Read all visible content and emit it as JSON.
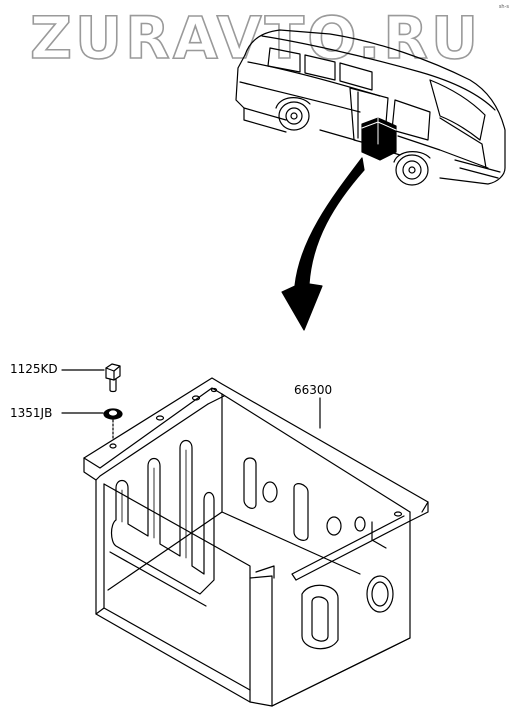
{
  "watermark": "ZURAVTO.RU",
  "corner_mark": "sh-s",
  "parts": [
    {
      "number": "1125KD",
      "description": "bolt"
    },
    {
      "number": "1351JB",
      "description": "washer"
    },
    {
      "number": "66300",
      "description": "battery tray"
    }
  ]
}
